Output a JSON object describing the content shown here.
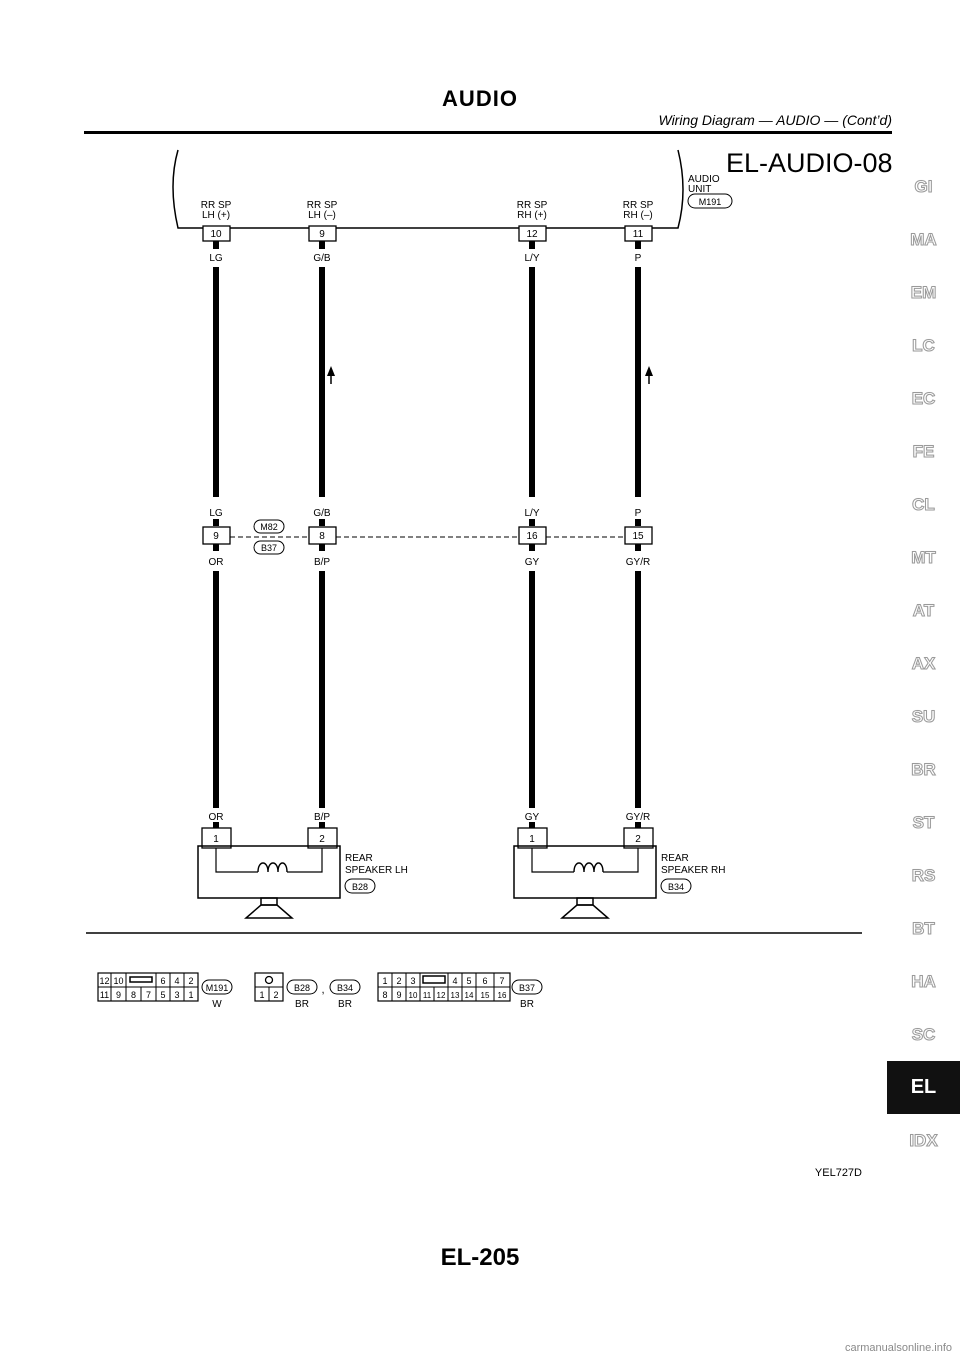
{
  "header": {
    "title": "AUDIO",
    "subtitle": "Wiring Diagram — AUDIO — (Cont’d)"
  },
  "diagram_id": "EL-AUDIO-08",
  "audio_unit": {
    "label_line1": "AUDIO",
    "label_line2": "UNIT",
    "connector": "M191"
  },
  "terminals_top": [
    {
      "line1": "RR SP",
      "line2": "LH (+)",
      "pin": "10",
      "wire": "LG"
    },
    {
      "line1": "RR SP",
      "line2": "LH (–)",
      "pin": "9",
      "wire": "G/B"
    },
    {
      "line1": "RR SP",
      "line2": "RH (+)",
      "pin": "12",
      "wire": "L/Y"
    },
    {
      "line1": "RR SP",
      "line2": "RH (–)",
      "pin": "11",
      "wire": "P"
    }
  ],
  "junction": {
    "connector_top": "M82",
    "connector_bottom": "B37",
    "pins": [
      {
        "pin": "9",
        "wire_in": "LG",
        "wire_out": "OR"
      },
      {
        "pin": "8",
        "wire_in": "G/B",
        "wire_out": "B/P"
      },
      {
        "pin": "16",
        "wire_in": "L/Y",
        "wire_out": "GY"
      },
      {
        "pin": "15",
        "wire_in": "P",
        "wire_out": "GY/R"
      }
    ]
  },
  "speakers": [
    {
      "label_line1": "REAR",
      "label_line2": "SPEAKER LH",
      "connector": "B28",
      "pins": [
        {
          "pin": "1",
          "wire": "OR"
        },
        {
          "pin": "2",
          "wire": "B/P"
        }
      ]
    },
    {
      "label_line1": "REAR",
      "label_line2": "SPEAKER RH",
      "connector": "B34",
      "pins": [
        {
          "pin": "1",
          "wire": "GY"
        },
        {
          "pin": "2",
          "wire": "GY/R"
        }
      ]
    }
  ],
  "connector_views": {
    "m191": {
      "top": [
        "12",
        "10",
        "6",
        "4",
        "2"
      ],
      "bottom": [
        "11",
        "9",
        "8",
        "7",
        "5",
        "3",
        "1"
      ],
      "name": "M191",
      "color": "W"
    },
    "b28_b34": {
      "bottom": [
        "1",
        "2"
      ],
      "name1": "B28",
      "sep": ",",
      "name2": "B34",
      "color1": "BR",
      "color2": "BR"
    },
    "b37": {
      "top": [
        "1",
        "2",
        "3",
        "4",
        "5",
        "6",
        "7"
      ],
      "bottom": [
        "8",
        "9",
        "10",
        "11",
        "12",
        "13",
        "14",
        "15",
        "16"
      ],
      "name": "B37",
      "color": "BR"
    }
  },
  "figure_code": "YEL727D",
  "side_tabs": [
    "GI",
    "MA",
    "EM",
    "LC",
    "EC",
    "FE",
    "CL",
    "MT",
    "AT",
    "AX",
    "SU",
    "BR",
    "ST",
    "RS",
    "BT",
    "HA",
    "SC",
    "EL",
    "IDX"
  ],
  "active_tab": "EL",
  "page_number": "EL-205",
  "watermark": "carmanualsonline.info"
}
